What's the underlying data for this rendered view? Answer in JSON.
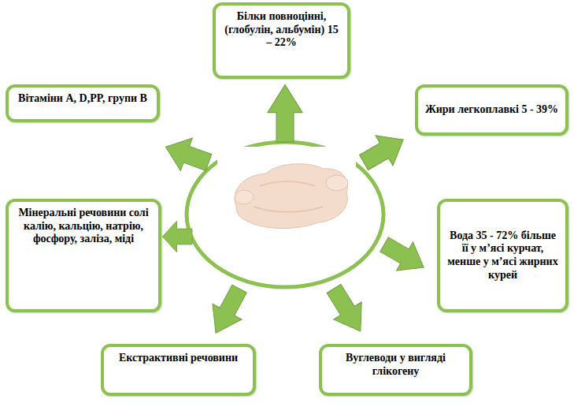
{
  "diagram": {
    "nodes": [
      {
        "text": [
          "Білки повноцінні, (глобулін, альбумін) 15 – 22%"
        ]
      },
      {
        "text": [
          "Вітаміни А, D,PP, групи В"
        ]
      },
      {
        "text": [
          "Жири легкоплавкі 5 - 39%"
        ]
      },
      {
        "text": [
          "Мінеральні речовини солі калію, кальцію, натрію, фосфору, заліза, міді"
        ]
      },
      {
        "text": [
          "Вода 35 - 72% більше її у м’ясі курчат, менше у м’ясі жирних курей"
        ]
      },
      {
        "text": [
          "Екстрактивні речовини"
        ]
      },
      {
        "text": [
          "Вуглеводи у вигляді глікогену"
        ]
      }
    ]
  }
}
